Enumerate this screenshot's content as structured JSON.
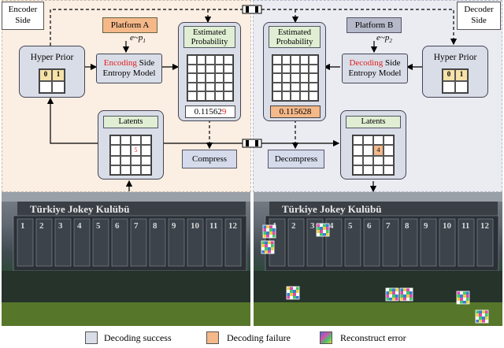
{
  "sides": {
    "encoder_label": "Encoder Side",
    "decoder_label": "Decoder Side"
  },
  "encoder": {
    "hyper_prior": "Hyper Prior",
    "platform": "Platform A",
    "error_symbol": "e~p",
    "error_sub": "1",
    "entropy_prefix": "Encoding",
    "entropy_suffix": " Side",
    "entropy_line2": "Entropy Model",
    "estimated_title": "Estimated Probability",
    "prob_main": "0.11562",
    "prob_tail": "9",
    "latents_title": "Latents",
    "latent_value": "5",
    "hp_cells": [
      "0",
      "1",
      "",
      ""
    ],
    "compress": "Compress"
  },
  "decoder": {
    "hyper_prior": "Hyper Prior",
    "platform": "Platform B",
    "error_symbol": "e~p",
    "error_sub": "2",
    "entropy_prefix": "Decoding",
    "entropy_suffix": " Side",
    "entropy_line2": "Entropy Model",
    "estimated_title": "Estimated Probability",
    "prob_value": "0.115628",
    "latents_title": "Latents",
    "latent_value": "4",
    "hp_cells": [
      "0",
      "1",
      "",
      ""
    ],
    "decompress": "Decompress"
  },
  "photo_text": {
    "banner": "Türkiye Jokey Kulübü",
    "gate_numbers": [
      "1",
      "2",
      "3",
      "4",
      "5",
      "6",
      "7",
      "8",
      "9",
      "10",
      "11",
      "12"
    ]
  },
  "legend": {
    "success": "Decoding success",
    "failure": "Decoding failure",
    "reconstruct": "Reconstruct error"
  },
  "colors": {
    "encoder_bg": "#fbeee2",
    "decoder_bg": "#eaecf2",
    "success": "#d9dde7",
    "failure": "#f4b889",
    "accent_red": "#e02020"
  }
}
